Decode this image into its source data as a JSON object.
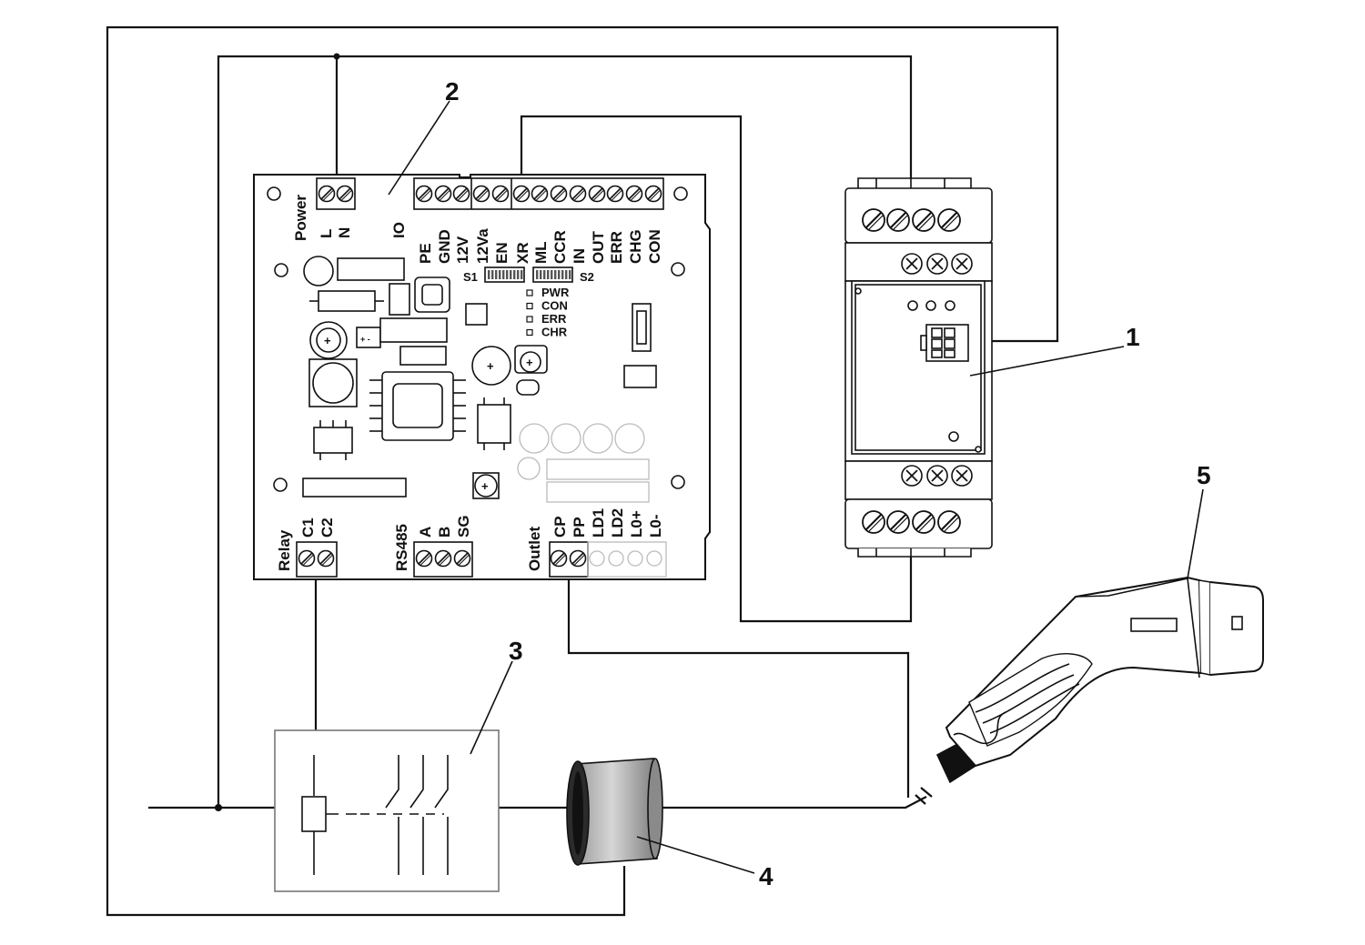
{
  "callouts": {
    "c1": "1",
    "c2": "2",
    "c3": "3",
    "c4": "4",
    "c5": "5"
  },
  "controller": {
    "power_group": "Power",
    "io_group": "IO",
    "power_terms": [
      "L",
      "N"
    ],
    "io_terms": [
      "PE",
      "GND",
      "12V",
      "12Va",
      "EN",
      "XR",
      "ML",
      "CCR",
      "IN",
      "OUT",
      "ERR",
      "CHG",
      "CON"
    ],
    "switch_1": "S1",
    "switch_2": "S2",
    "leds": [
      "PWR",
      "CON",
      "ERR",
      "CHR"
    ],
    "relay_group": "Relay",
    "relay_terms": [
      "C1",
      "C2"
    ],
    "rs485_group": "RS485",
    "rs485_terms": [
      "A",
      "B",
      "SG"
    ],
    "outlet_group": "Outlet",
    "outlet_terms": [
      "CP",
      "PP",
      "LD1",
      "LD2",
      "L0+",
      "L0-"
    ]
  }
}
